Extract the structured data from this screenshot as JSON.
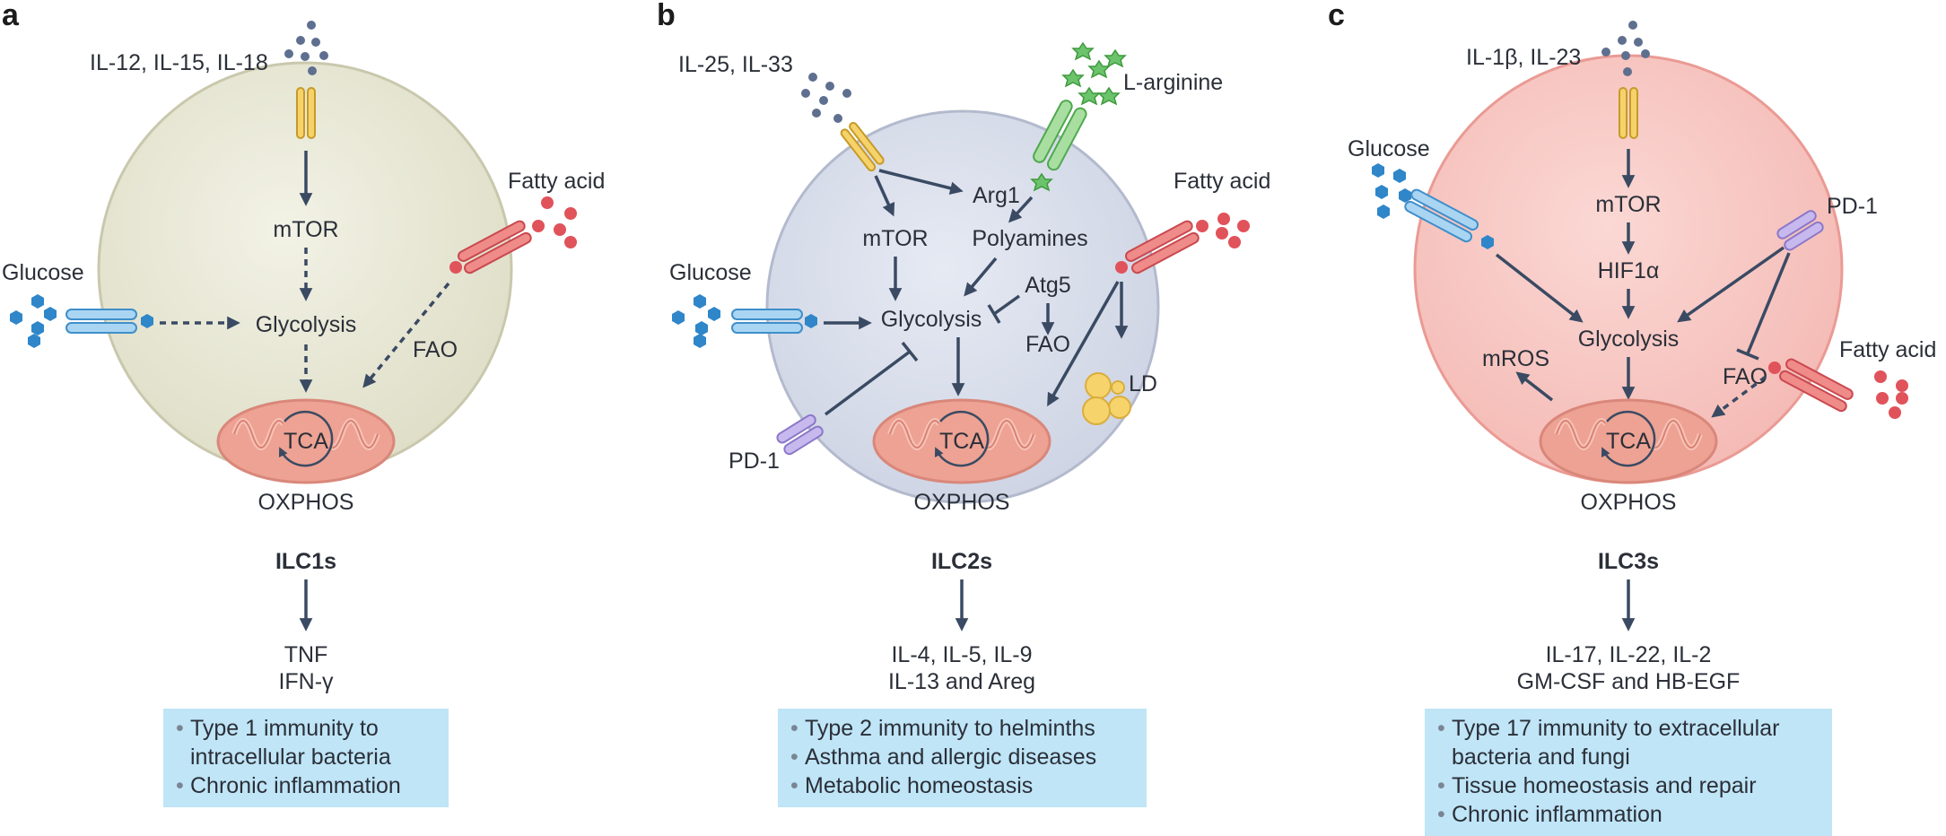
{
  "panels": [
    {
      "letter": "a",
      "ligands": "IL-12, IL-15, IL-18",
      "glucose": "Glucose",
      "fatty_acid": "Fatty acid",
      "mtor": "mTOR",
      "glycolysis": "Glycolysis",
      "fao": "FAO",
      "tca": "TCA",
      "oxphos": "OXPHOS",
      "cell_type": "ILC1s",
      "outputs": [
        "TNF",
        "IFN-γ"
      ],
      "functions": [
        "Type 1 immunity to intracellular bacteria",
        "Chronic inflammation"
      ]
    },
    {
      "letter": "b",
      "ligands": "IL-25, IL-33",
      "arginine": "L-arginine",
      "glucose": "Glucose",
      "fatty_acid": "Fatty acid",
      "arg1": "Arg1",
      "polyamines": "Polyamines",
      "mtor": "mTOR",
      "atg5": "Atg5",
      "glycolysis": "Glycolysis",
      "fao": "FAO",
      "ld": "LD",
      "pd1": "PD-1",
      "tca": "TCA",
      "oxphos": "OXPHOS",
      "cell_type": "ILC2s",
      "outputs": [
        "IL-4, IL-5, IL-9",
        "IL-13 and Areg"
      ],
      "functions": [
        "Type 2 immunity to helminths",
        "Asthma and allergic diseases",
        "Metabolic homeostasis"
      ]
    },
    {
      "letter": "c",
      "ligands": "IL-1β, IL-23",
      "glucose": "Glucose",
      "pd1": "PD-1",
      "fatty_acid": "Fatty acid",
      "mtor": "mTOR",
      "hif": "HIF1α",
      "glycolysis": "Glycolysis",
      "mros": "mROS",
      "fao": "FAO",
      "tca": "TCA",
      "oxphos": "OXPHOS",
      "cell_type": "ILC3s",
      "outputs": [
        "IL-17, IL-22, IL-2",
        "GM-CSF and HB-EGF"
      ],
      "functions": [
        "Type 17 immunity to extracellular bacteria and fungi",
        "Tissue homeostasis and repair",
        "Chronic inflammation"
      ]
    }
  ],
  "colors": {
    "ilc1_cell": "#e6e6d6",
    "ilc2_cell": "#d8dde9",
    "ilc3_cell": "#f8c8c4",
    "arrow": "#3a4a63",
    "box": "#bfe5f7",
    "glucose": "#2f86c9",
    "fatty_acid": "#e0535a",
    "ligand": "#5f6f8f",
    "arginine": "#6bc36b"
  }
}
